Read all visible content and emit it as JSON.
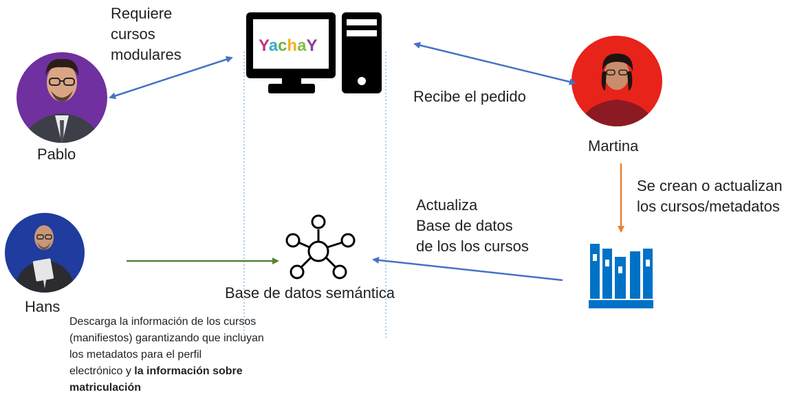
{
  "logo": {
    "text": "YachaY"
  },
  "people": {
    "pablo": {
      "name": "Pablo"
    },
    "martina": {
      "name": "Martina"
    },
    "hans": {
      "name": "Hans"
    }
  },
  "labels": {
    "requiere": [
      "Requiere",
      "cursos",
      "modulares"
    ],
    "recibe": "Recibe el pedido",
    "se_crean": [
      "Se crean o actualizan",
      "los cursos/metadatos"
    ],
    "actualiza": [
      "Actualiza",
      "Base de datos",
      "de los los cursos"
    ],
    "base_semantica": "Base de datos semántica"
  },
  "descarga": {
    "line1": "Descarga la información de los cursos",
    "line2": "(manifiestos) garantizando que incluyan",
    "line3": "los metadatos para el perfil",
    "line4_plain": "electrónico y ",
    "line4_bold": "la información sobre",
    "line5_bold": "matriculación"
  },
  "colors": {
    "blue_arrow": "#4472c4",
    "green_arrow": "#548235",
    "orange_arrow": "#ed7d31",
    "icon_dark": "#000000",
    "library_blue": "#0072c6",
    "pablo_bg": "#7030a0",
    "martina_bg": "#e8231a",
    "hans_bg": "#1f3c9e"
  },
  "icons": [
    "computer-icon",
    "network-icon",
    "library-icon"
  ]
}
